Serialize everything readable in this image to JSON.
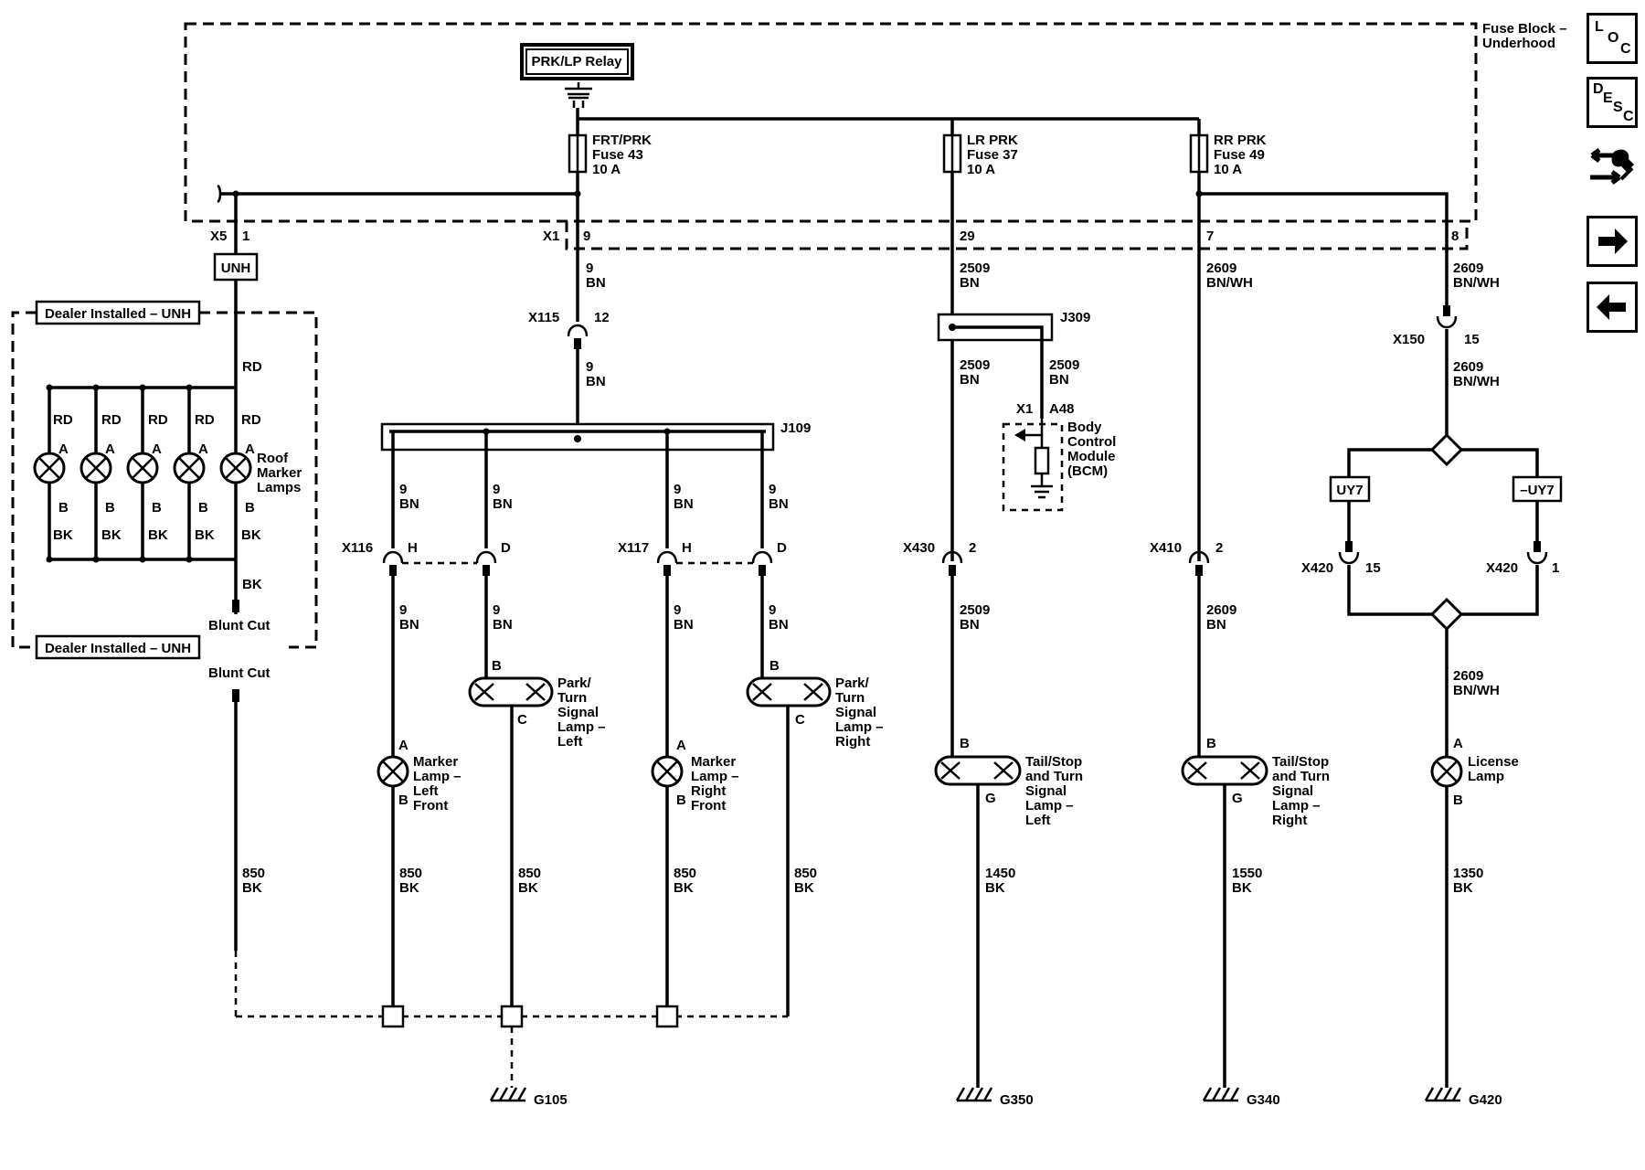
{
  "fuse_block": {
    "label": "Fuse Block –",
    "label2": "Underhood"
  },
  "relay": {
    "label": "PRK/LP Relay"
  },
  "fuses": [
    {
      "name": "FRT/PRK",
      "fuse": "Fuse 43",
      "amps": "10 A"
    },
    {
      "name": "LR PRK",
      "fuse": "Fuse 37",
      "amps": "10 A"
    },
    {
      "name": "RR PRK",
      "fuse": "Fuse 49",
      "amps": "10 A"
    }
  ],
  "connectors": {
    "x5": "X5",
    "x5_pin": "1",
    "x1": "X1",
    "x1_pin_9": "9",
    "x1_pin_29": "29",
    "x1_pin_7": "7",
    "x1_pin_8": "8",
    "x115": "X115",
    "x115_pin": "12",
    "x116": "X116",
    "x116_h": "H",
    "x116_d": "D",
    "x117": "X117",
    "x117_h": "H",
    "x117_d": "D",
    "x430": "X430",
    "x430_pin": "2",
    "x410": "X410",
    "x410_pin": "2",
    "x150": "X150",
    "x150_pin": "15",
    "x420a": "X420",
    "x420a_pin": "15",
    "x420b": "X420",
    "x420b_pin": "1"
  },
  "option_codes": {
    "unh": "UNH",
    "uy7": "UY7",
    "not_uy7": "–UY7"
  },
  "dealer": {
    "label": "Dealer Installed – UNH",
    "blunt_cut": "Blunt Cut"
  },
  "roof_marker": {
    "lamps_label": [
      "Roof",
      "Marker",
      "Lamps"
    ],
    "pin_a": "A",
    "pin_b": "B",
    "wire_top": "RD",
    "wire_bottom": "BK"
  },
  "splices": {
    "j109": "J109",
    "j309": "J309"
  },
  "bcm": {
    "x1": "X1",
    "ref": "A48",
    "name": [
      "Body",
      "Control",
      "Module",
      "(BCM)"
    ]
  },
  "wires": {
    "c9": "9",
    "bn": "BN",
    "c2509": "2509",
    "c2609": "2609",
    "bnwh": "BN/WH",
    "c850": "850",
    "bk": "BK",
    "c1450": "1450",
    "c1550": "1550",
    "c1350": "1350",
    "rd": "RD"
  },
  "lamps": {
    "marker_lf": [
      "Marker",
      "Lamp –",
      "Left",
      "Front"
    ],
    "marker_rf": [
      "Marker",
      "Lamp –",
      "Right",
      "Front"
    ],
    "park_l": [
      "Park/",
      "Turn",
      "Signal",
      "Lamp –",
      "Left"
    ],
    "park_r": [
      "Park/",
      "Turn",
      "Signal",
      "Lamp –",
      "Right"
    ],
    "tail_l": [
      "Tail/Stop",
      "and Turn",
      "Signal",
      "Lamp –",
      "Left"
    ],
    "tail_r": [
      "Tail/Stop",
      "and Turn",
      "Signal",
      "Lamp –",
      "Right"
    ],
    "license": [
      "License",
      "Lamp"
    ],
    "pin_a": "A",
    "pin_b": "B",
    "pin_c": "C",
    "pin_g": "G"
  },
  "grounds": {
    "g105": "G105",
    "g350": "G350",
    "g340": "G340",
    "g420": "G420"
  },
  "nav": [
    {
      "id": "loc",
      "icon": "loc-icon",
      "letters": [
        "L",
        "O",
        "C"
      ]
    },
    {
      "id": "desc",
      "icon": "desc-icon",
      "letters": [
        "D",
        "E",
        "S",
        "C"
      ]
    },
    {
      "id": "tools",
      "icon": "tools-icon"
    },
    {
      "id": "next",
      "icon": "arrow-right-icon"
    },
    {
      "id": "prev",
      "icon": "arrow-left-icon"
    }
  ]
}
